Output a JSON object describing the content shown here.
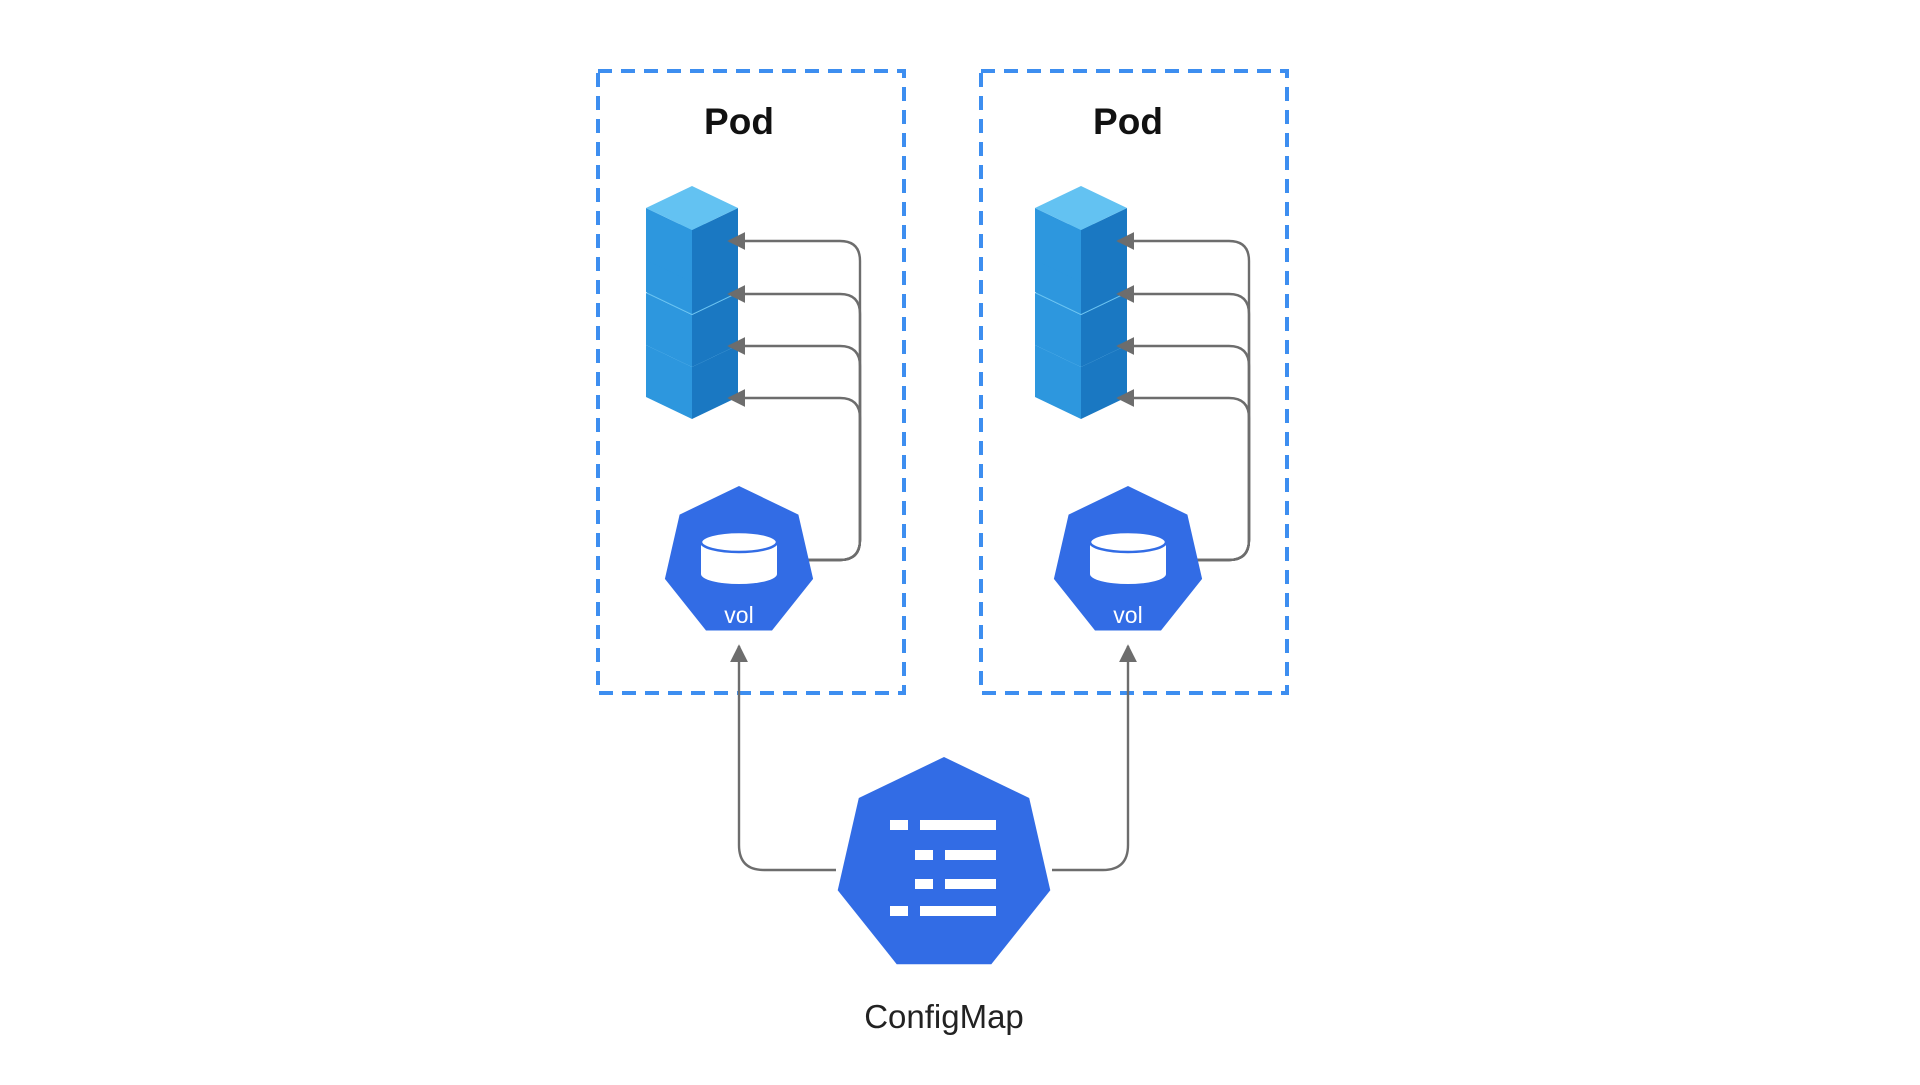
{
  "diagram": {
    "pods": [
      {
        "title": "Pod",
        "volume_label": "vol"
      },
      {
        "title": "Pod",
        "volume_label": "vol"
      }
    ],
    "configmap": {
      "label": "ConfigMap"
    }
  },
  "colors": {
    "pod_border": "#3d8ef0",
    "k8s_blue": "#326ce5",
    "cube_top": "#63c2f2",
    "cube_left": "#2d97de",
    "cube_right": "#1a78c2",
    "arrow": "#6d6d6d"
  },
  "icons": {
    "container": "cube-icon",
    "volume": "volume-database-icon",
    "configmap": "configmap-list-icon"
  }
}
